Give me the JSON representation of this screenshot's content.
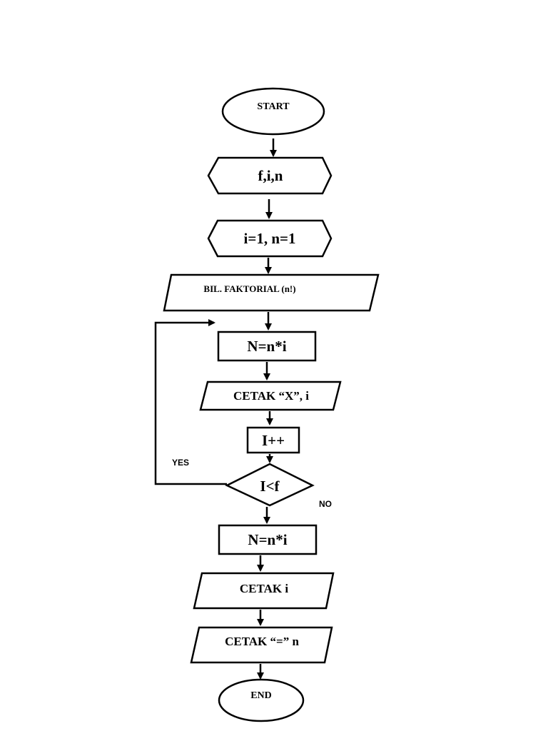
{
  "flowchart": {
    "start": "START",
    "declare_vars": "f,i,n",
    "init_vars": "i=1, n=1",
    "input_label": "BIL. FAKTORIAL (n!)",
    "loop_multiply": "N=n*i",
    "print_x": "CETAK “X”, i",
    "increment": "I++",
    "condition": "I<f",
    "branch_yes": "YES",
    "branch_no": "NO",
    "final_multiply": "N=n*i",
    "print_i": "CETAK  i",
    "print_result": "CETAK  “=” n",
    "end": "END"
  }
}
